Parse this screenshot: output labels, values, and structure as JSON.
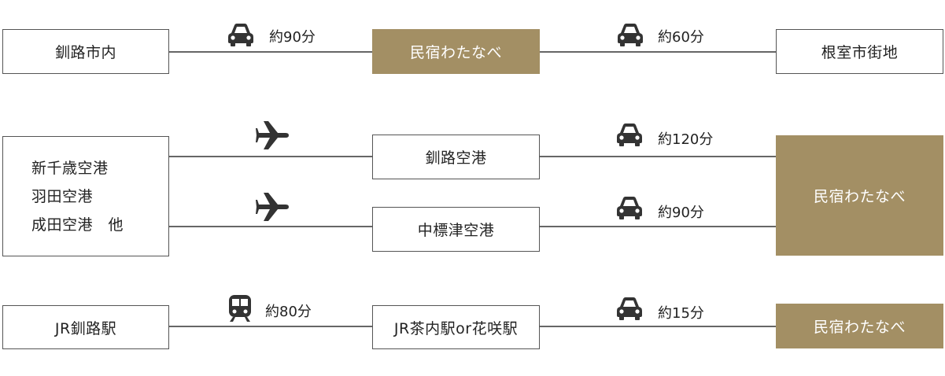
{
  "colors": {
    "destination": "#a38f64",
    "line": "#666666",
    "icon": "#333333"
  },
  "routes": [
    {
      "from": "釧路市内",
      "legs": [
        {
          "icon": "car-icon",
          "time": "約90分"
        },
        {
          "icon": "car-icon",
          "time": "約60分"
        }
      ],
      "via": "民宿わたなべ",
      "to": "根室市街地"
    },
    {
      "from_lines": [
        "新千歳空港",
        "羽田空港",
        "成田空港　他"
      ],
      "branches": [
        {
          "leg1": {
            "icon": "airplane-icon"
          },
          "via": "釧路空港",
          "leg2": {
            "icon": "car-icon",
            "time": "約120分"
          }
        },
        {
          "leg1": {
            "icon": "airplane-icon"
          },
          "via": "中標津空港",
          "leg2": {
            "icon": "car-icon",
            "time": "約90分"
          }
        }
      ],
      "to": "民宿わたなべ"
    },
    {
      "from": "JR釧路駅",
      "legs": [
        {
          "icon": "train-icon",
          "time": "約80分"
        },
        {
          "icon": "car-icon",
          "time": "約15分"
        }
      ],
      "via": "JR茶内駅or花咲駅",
      "to": "民宿わたなべ"
    }
  ]
}
